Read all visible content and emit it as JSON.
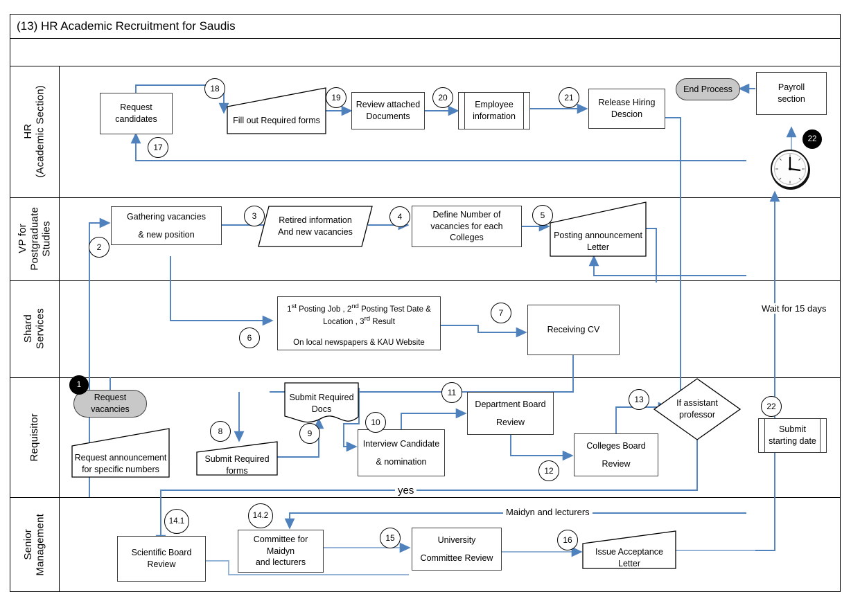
{
  "diagram": {
    "title": "(13) HR Academic Recruitment for Saudis",
    "type": "swimlane-flowchart",
    "accent_connector_color": "#4f81bd",
    "node_fill": "#ffffff",
    "terminator_fill": "#c8c8c8",
    "border_color": "#3c3c3c"
  },
  "lanes": [
    {
      "id": "hr",
      "label": "HR\n(Academic Section)"
    },
    {
      "id": "vp",
      "label": "VP for\nPostgraduate\nStudies"
    },
    {
      "id": "shared",
      "label": "Shard\nServices"
    },
    {
      "id": "req",
      "label": "Requisitor"
    },
    {
      "id": "senior",
      "label": "Senior\nManagement"
    }
  ],
  "lane_labels": {
    "hr_l1": "HR",
    "hr_l2": "(Academic Section)",
    "vp_l1": "VP for",
    "vp_l2": "Postgraduate",
    "vp_l3": "Studies",
    "shared_l1": "Shard",
    "shared_l2": "Services",
    "req_l1": "Requisitor",
    "senior_l1": "Senior",
    "senior_l2": "Management"
  },
  "nodes": {
    "request_candidates": {
      "l1": "Request",
      "l2": "candidates",
      "shape": "process",
      "lane": "hr"
    },
    "fill_forms": {
      "l1": "Fill out Required forms",
      "shape": "letter",
      "lane": "hr"
    },
    "review_docs": {
      "l1": "Review attached",
      "l2": "Documents",
      "shape": "process",
      "lane": "hr"
    },
    "employee_info": {
      "l1": "Employee",
      "l2": "information",
      "shape": "predefined-process",
      "lane": "hr"
    },
    "release_hiring": {
      "l1": "Release Hiring",
      "l2": "Descion",
      "shape": "process",
      "lane": "hr"
    },
    "end_process": {
      "l1": "End Process",
      "shape": "terminator",
      "lane": "hr"
    },
    "payroll": {
      "l1": "Payroll",
      "l2": "section",
      "shape": "process",
      "lane": "hr"
    },
    "gathering": {
      "l1": "Gathering  vacancies",
      "l2": "& new position",
      "shape": "process",
      "lane": "vp"
    },
    "retired_info": {
      "l1": "Retired information",
      "l2": "And new vacancies",
      "shape": "parallelogram",
      "lane": "vp"
    },
    "define_number": {
      "l1": "Define Number of",
      "l2": "vacancies for each",
      "l3": "Colleges",
      "shape": "process",
      "lane": "vp"
    },
    "posting_letter": {
      "l1": "Posting announcement",
      "l2": "Letter",
      "shape": "letter",
      "lane": "vp"
    },
    "posting_details": {
      "l1": "1st Posting Job  , 2nd Posting Test Date &",
      "l2": "Location , 3rd Result",
      "l3": "On local newspapers & KAU Website",
      "shape": "process",
      "lane": "shared"
    },
    "receiving_cv": {
      "l1": "Receiving CV",
      "shape": "process",
      "lane": "shared"
    },
    "request_vacancies": {
      "l1": "Request",
      "l2": "vacancies",
      "shape": "terminator",
      "lane": "req"
    },
    "request_announcement": {
      "l1": "Request announcement",
      "l2": "for specific numbers",
      "shape": "letter",
      "lane": "req"
    },
    "submit_forms": {
      "l1": "Submit Required",
      "l2": "forms",
      "shape": "letter",
      "lane": "req"
    },
    "submit_docs": {
      "l1": "Submit Required",
      "l2": "Docs",
      "shape": "document",
      "lane": "req"
    },
    "interview": {
      "l1": "Interview Candidate",
      "l2": "& nomination",
      "shape": "process",
      "lane": "req"
    },
    "dept_board": {
      "l1": "Department Board",
      "l2": "Review",
      "shape": "process",
      "lane": "req"
    },
    "colleges_board": {
      "l1": "Colleges Board",
      "l2": "Review",
      "shape": "process",
      "lane": "req"
    },
    "if_assistant": {
      "l1": "If assistant",
      "l2": "professor",
      "shape": "decision",
      "lane": "req"
    },
    "submit_start_date": {
      "l1": "Submit",
      "l2": "starting date",
      "shape": "predefined-process",
      "lane": "req"
    },
    "scientific_board": {
      "l1": "Scientific Board",
      "l2": "Review",
      "shape": "process",
      "lane": "senior"
    },
    "committee_maidyn": {
      "l1": "Committee for Maidyn",
      "l2": "and lecturers",
      "shape": "process",
      "lane": "senior"
    },
    "university_committee": {
      "l1": "University",
      "l2": "Committee Review",
      "shape": "process",
      "lane": "senior"
    },
    "issue_acceptance": {
      "l1": "Issue Acceptance",
      "l2": "Letter",
      "shape": "letter",
      "lane": "senior"
    }
  },
  "superscripts": {
    "s1": "st",
    "s2": "nd",
    "s3": "rd",
    "p1": "1",
    "p2": "Posting Job  , 2",
    "p3": "Posting Test Date &",
    "p4": "Location , 3",
    "p5": "Result",
    "p6": "On local newspapers & KAU Website"
  },
  "step_numbers": [
    {
      "id": "1",
      "label": "1",
      "style": "dark"
    },
    {
      "id": "2",
      "label": "2",
      "style": "light"
    },
    {
      "id": "3",
      "label": "3",
      "style": "light"
    },
    {
      "id": "4",
      "label": "4",
      "style": "light"
    },
    {
      "id": "5",
      "label": "5",
      "style": "light"
    },
    {
      "id": "6",
      "label": "6",
      "style": "light"
    },
    {
      "id": "7",
      "label": "7",
      "style": "light"
    },
    {
      "id": "8",
      "label": "8",
      "style": "light"
    },
    {
      "id": "9",
      "label": "9",
      "style": "light"
    },
    {
      "id": "10",
      "label": "10",
      "style": "light"
    },
    {
      "id": "11",
      "label": "11",
      "style": "light"
    },
    {
      "id": "12",
      "label": "12",
      "style": "light"
    },
    {
      "id": "13",
      "label": "13",
      "style": "light"
    },
    {
      "id": "14.1",
      "label": "14.1",
      "style": "light"
    },
    {
      "id": "14.2",
      "label": "14.2",
      "style": "light"
    },
    {
      "id": "15",
      "label": "15",
      "style": "light"
    },
    {
      "id": "16",
      "label": "16",
      "style": "light"
    },
    {
      "id": "17",
      "label": "17",
      "style": "light"
    },
    {
      "id": "18",
      "label": "18",
      "style": "light"
    },
    {
      "id": "19",
      "label": "19",
      "style": "light"
    },
    {
      "id": "20",
      "label": "20",
      "style": "light"
    },
    {
      "id": "21",
      "label": "21",
      "style": "light"
    },
    {
      "id": "22a",
      "label": "22",
      "style": "dark"
    },
    {
      "id": "22b",
      "label": "22",
      "style": "light"
    }
  ],
  "edge_labels": {
    "yes": "yes",
    "maidyn_and_lecturers": "Maidyn and lecturers",
    "wait_15_days": "Wait for 15 days"
  },
  "icons": {
    "clock": "clock-icon"
  }
}
